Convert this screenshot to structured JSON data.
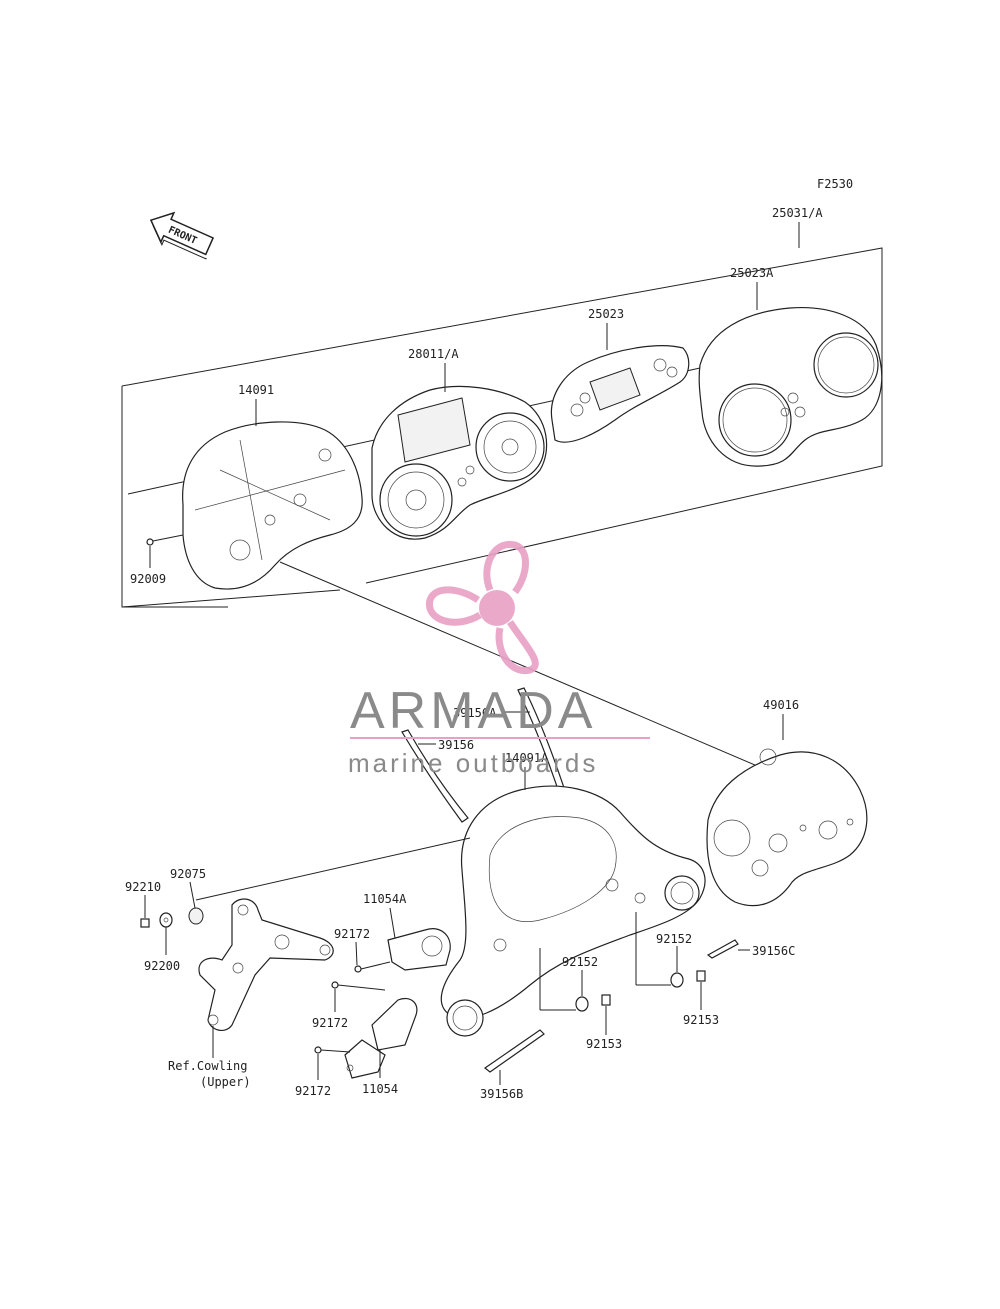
{
  "diagram": {
    "figure_code": "F2530",
    "front_arrow_text": "FRONT",
    "labels": {
      "l_25031A": "25031/A",
      "l_25023A": "25023A",
      "l_25023": "25023",
      "l_28011A": "28011/A",
      "l_14091_top": "14091",
      "l_92009": "92009",
      "l_39156A": "39156A",
      "l_39156": "39156",
      "l_14091A": "14091A",
      "l_49016": "49016",
      "l_92075": "92075",
      "l_92210": "92210",
      "l_92200": "92200",
      "l_11054A": "11054A",
      "l_92172_a": "92172",
      "l_92172_b": "92172",
      "l_92172_c": "92172",
      "l_11054": "11054",
      "l_ref_cowling": "Ref.Cowling",
      "l_upper": "(Upper)",
      "l_39156B": "39156B",
      "l_92152_a": "92152",
      "l_92153_a": "92153",
      "l_92152_b": "92152",
      "l_92153_b": "92153",
      "l_39156C": "39156C"
    },
    "colors": {
      "line": "#222222",
      "watermark_pink": "#e8a0c4",
      "watermark_gray": "#8a8a8a"
    }
  },
  "watermark": {
    "brand": "ARMADA",
    "tagline": "marine outboards"
  }
}
